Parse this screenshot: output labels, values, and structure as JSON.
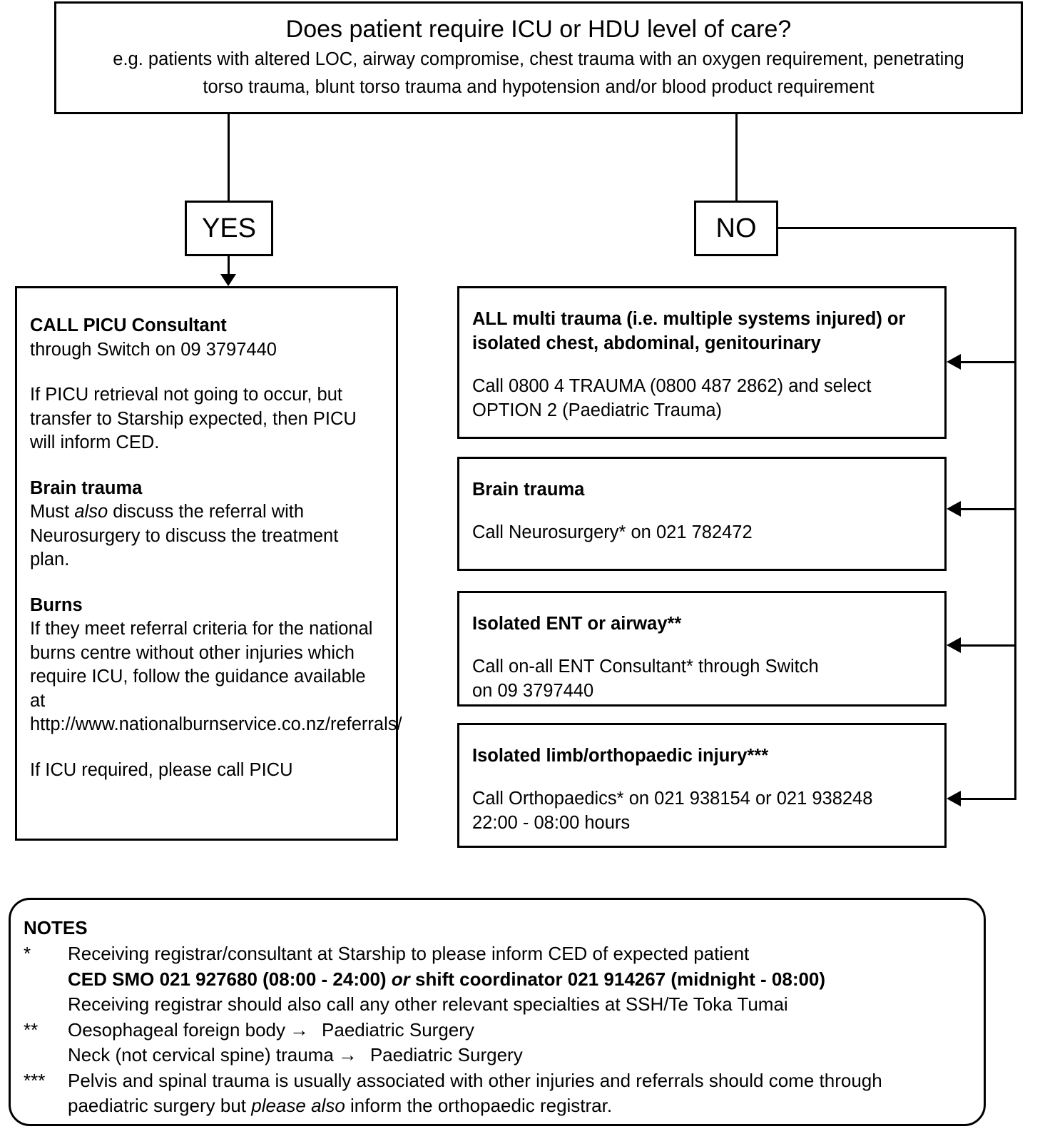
{
  "header": {
    "title": "Does patient require ICU or HDU level of care?",
    "subtitle_line1": "e.g. patients with altered LOC, airway compromise, chest trauma with an oxygen requirement, penetrating",
    "subtitle_line2": "torso trauma, blunt torso trauma and hypotension and/or blood product requirement"
  },
  "decisions": {
    "yes_label": "YES",
    "no_label": "NO"
  },
  "picu_box": {
    "heading": "CALL PICU Consultant",
    "heading_sub": "through Switch on 09 3797440",
    "para1": "If PICU retrieval not going to occur, but transfer to Starship expected, then PICU will inform CED.",
    "brain_heading": "Brain trauma",
    "brain_text_a": "Must ",
    "brain_text_italic": "also",
    "brain_text_b": " discuss the referral with Neurosurgery to discuss the treatment plan.",
    "burns_heading": "Burns",
    "burns_text": "If they meet referral criteria for the national burns centre without other injuries which require ICU, follow the guidance available at http://www.nationalburnservice.co.nz/referrals/",
    "final_text": "If ICU required, please call PICU"
  },
  "right_boxes": [
    {
      "heading_line1": "ALL multi trauma (i.e. multiple systems injured) or",
      "heading_line2": "isolated chest, abdominal, genitourinary",
      "body_line1": "Call 0800 4 TRAUMA (0800 487 2862) and select",
      "body_line2": "OPTION 2 (Paediatric Trauma)"
    },
    {
      "heading_line1": "Brain trauma",
      "heading_line2": "",
      "body_line1": "Call Neurosurgery* on 021 782472",
      "body_line2": ""
    },
    {
      "heading_line1": "Isolated ENT or airway**",
      "heading_line2": "",
      "body_line1": "Call on-all ENT Consultant* through Switch",
      "body_line2": "on 09 3797440"
    },
    {
      "heading_line1": "Isolated limb/orthopaedic injury***",
      "heading_line2": "",
      "body_line1": "Call Orthopaedics* on 021 938154 or 021 938248",
      "body_line2": "22:00 - 08:00 hours"
    }
  ],
  "notes": {
    "title": "NOTES",
    "marker_1": "*",
    "note1_line1": "Receiving registrar/consultant at Starship to please inform CED of expected patient",
    "note1_line2_a": "CED SMO 021 927680 (08:00 - 24:00) ",
    "note1_line2_italic": "or",
    "note1_line2_b": " shift coordinator 021 914267 (midnight - 08:00)",
    "note1_line3": "Receiving registrar should also call any other relevant specialties at SSH/Te Toka Tumai",
    "marker_2": "**",
    "note2_line1_a": "Oesophageal foreign body",
    "note2_arrow": "→",
    "note2_line1_b": "Paediatric Surgery",
    "note2_line2_a": "Neck (not cervical spine) trauma",
    "note2_line2_b": "Paediatric Surgery",
    "marker_3": "***",
    "note3_line1": "Pelvis and spinal trauma is usually associated with other injuries and referrals should come through",
    "note3_line2_a": "paediatric surgery but ",
    "note3_line2_italic": "please also",
    "note3_line2_b": "  inform the orthopaedic registrar."
  },
  "colors": {
    "line": "#000000",
    "background": "#ffffff",
    "text": "#000000"
  }
}
